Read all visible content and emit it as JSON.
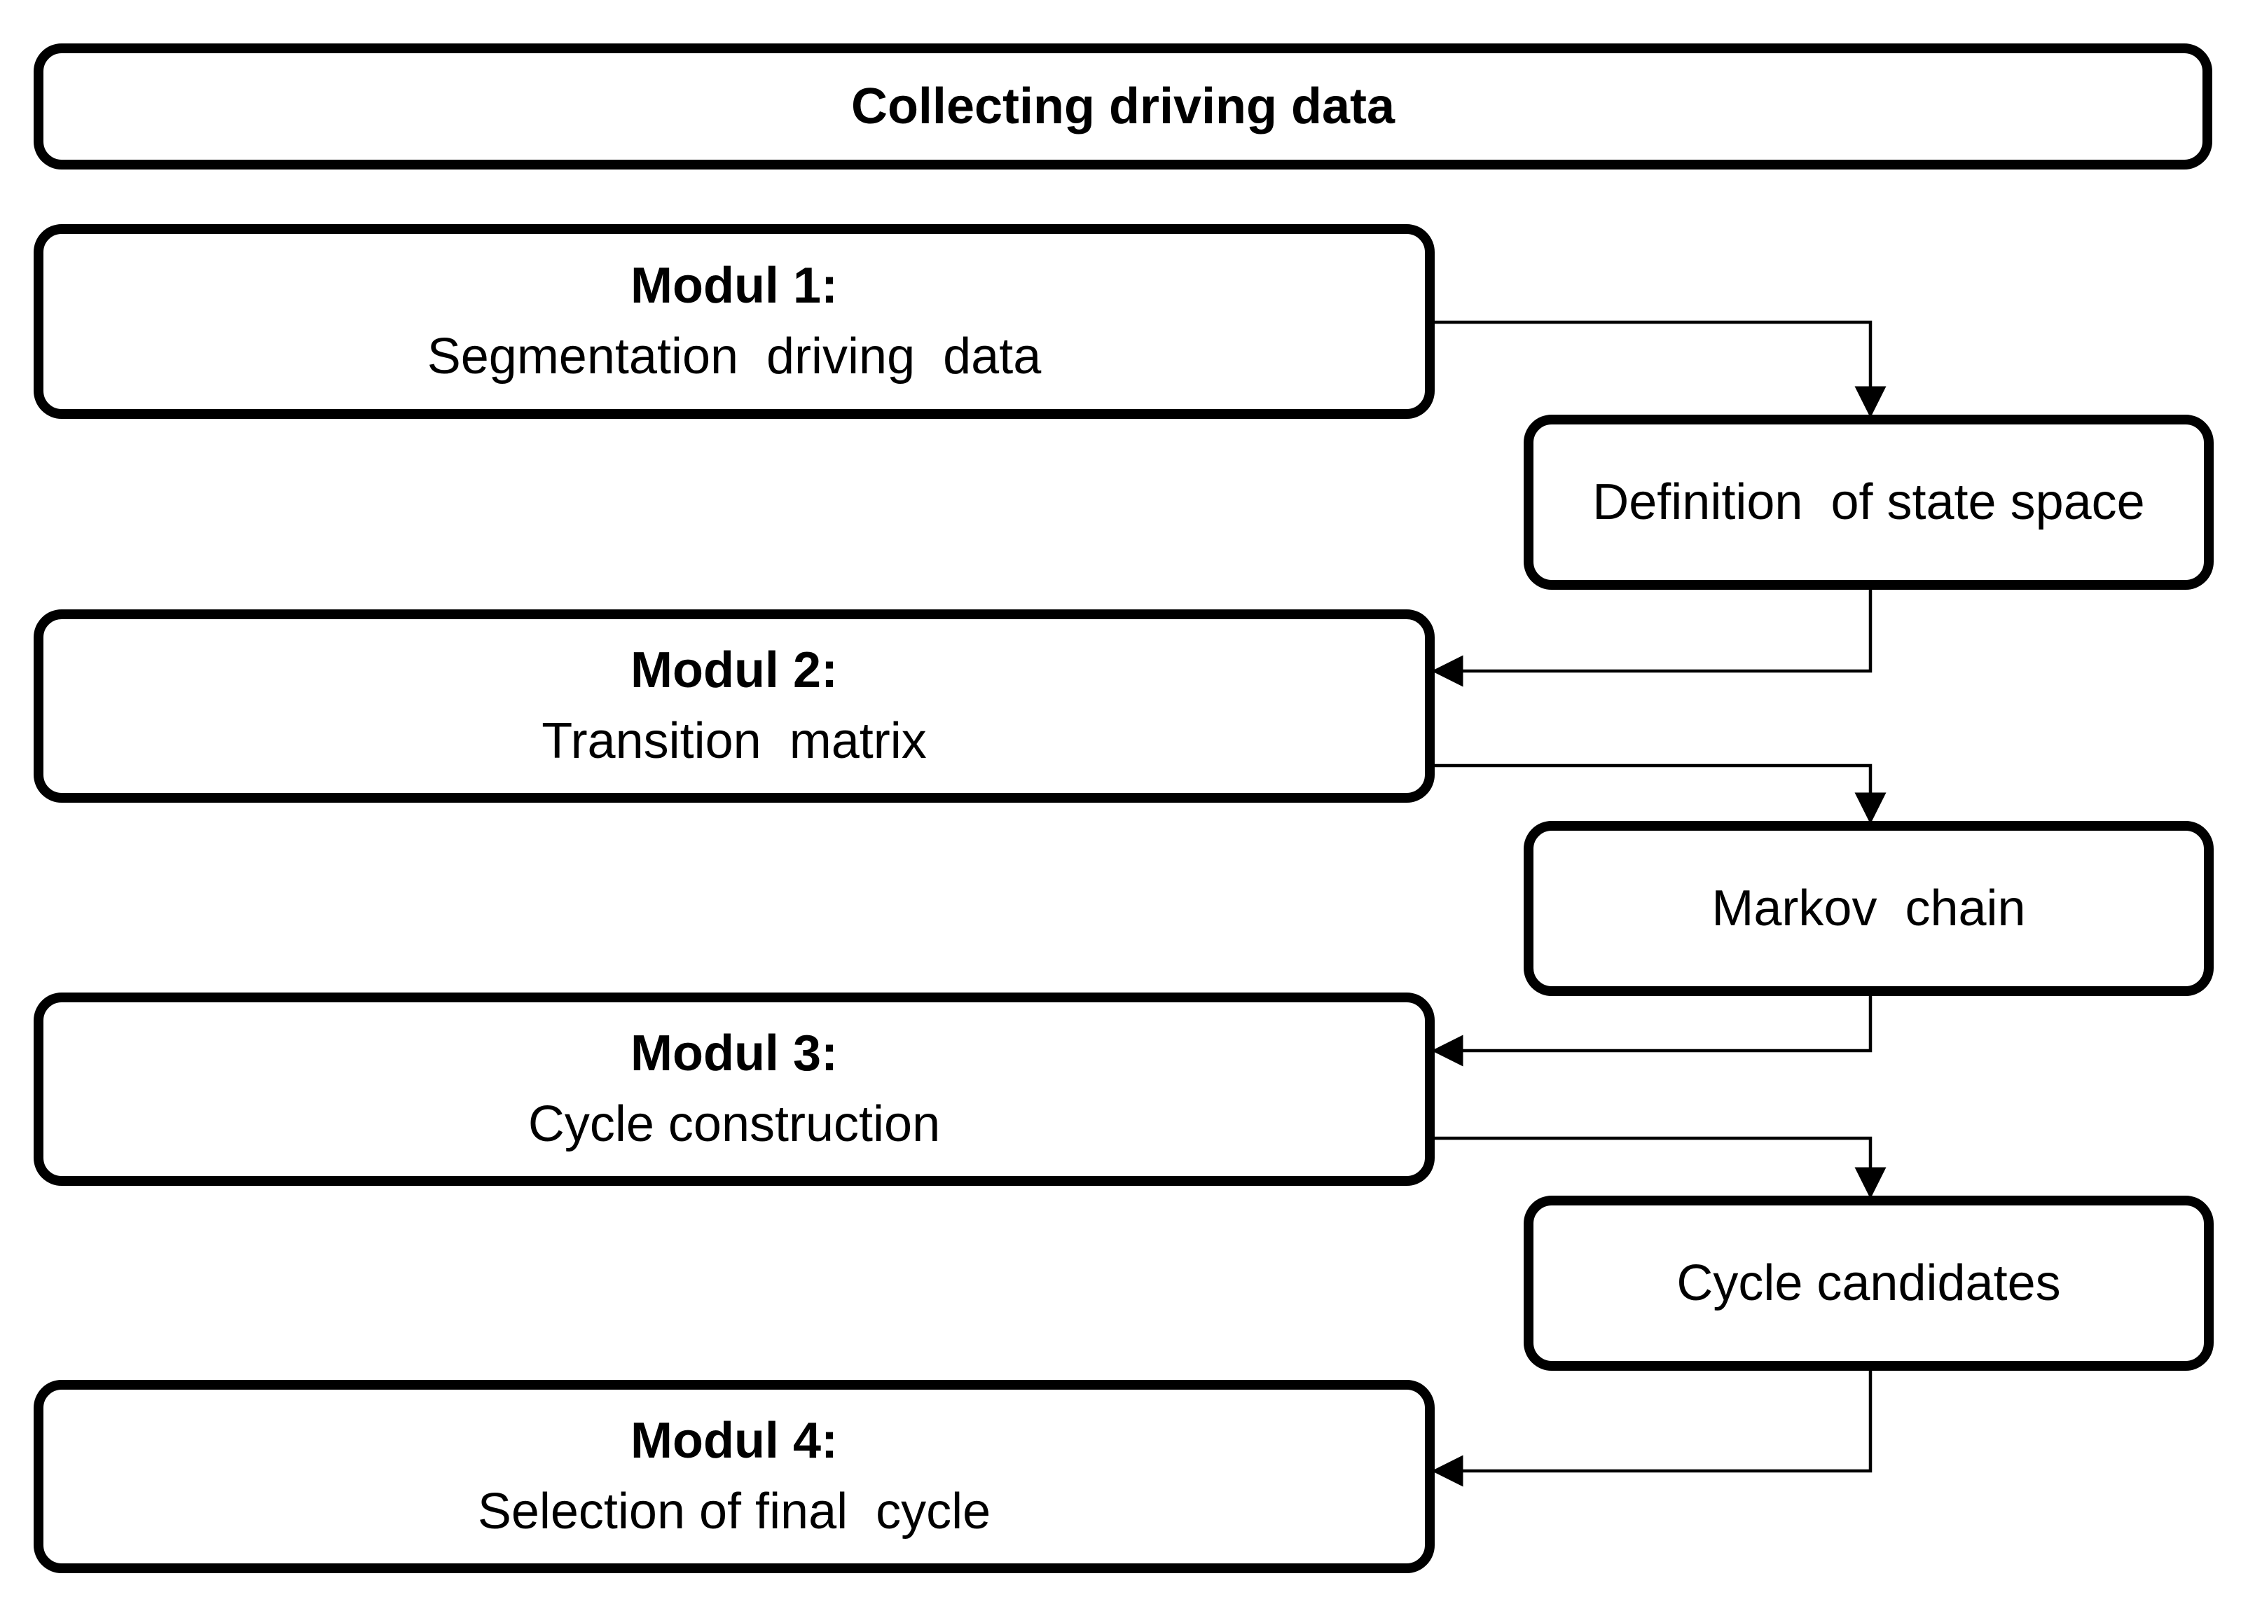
{
  "header": {
    "label": "Collecting driving data"
  },
  "modules": [
    {
      "title": "Modul 1:",
      "subtitle": "Segmentation  driving  data"
    },
    {
      "title": "Modul 2:",
      "subtitle": "Transition  matrix"
    },
    {
      "title": "Modul 3:",
      "subtitle": "Cycle construction"
    },
    {
      "title": "Modul 4:",
      "subtitle": "Selection of final  cycle"
    }
  ],
  "steps": [
    {
      "label": "Definition  of state space"
    },
    {
      "label": "Markov  chain"
    },
    {
      "label": "Cycle candidates"
    }
  ],
  "connectors": [
    {
      "from": "Modul 1",
      "to": "Definition  of state space"
    },
    {
      "from": "Definition  of state space",
      "to": "Modul 2"
    },
    {
      "from": "Modul 2",
      "to": "Markov  chain"
    },
    {
      "from": "Markov  chain",
      "to": "Modul 3"
    },
    {
      "from": "Modul 3",
      "to": "Cycle candidates"
    },
    {
      "from": "Cycle candidates",
      "to": "Modul 4"
    }
  ]
}
